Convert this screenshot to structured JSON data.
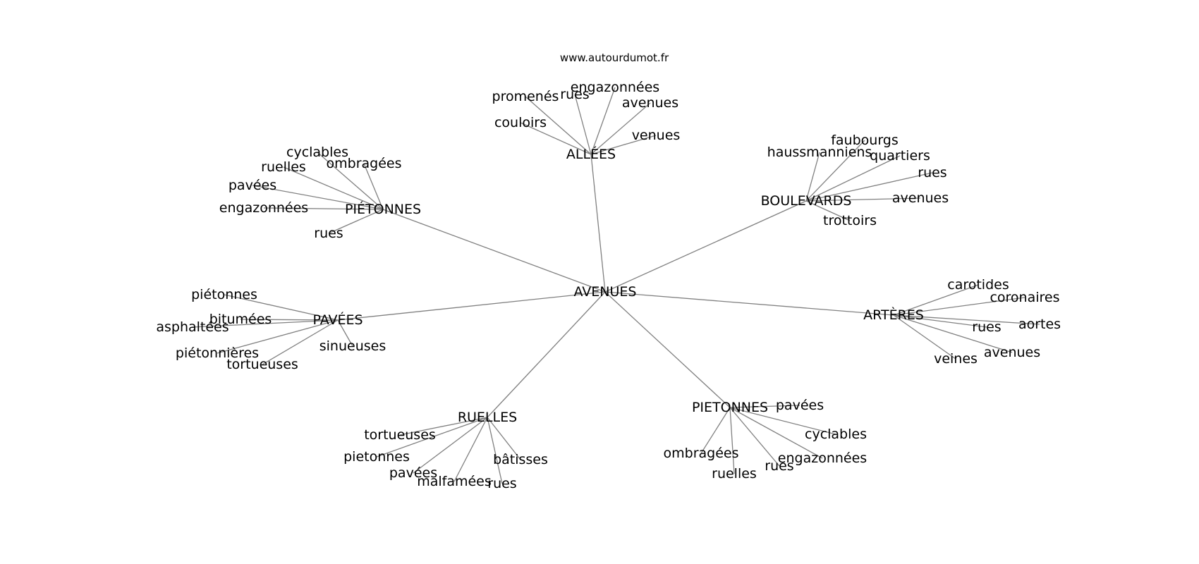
{
  "source": "www.autourdumot.fr",
  "graph": {
    "center": {
      "label": "AVENUES"
    },
    "groups": [
      {
        "label": "ALLÉES",
        "leaves": [
          "promenés",
          "rues",
          "engazonnées",
          "avenues",
          "couloirs",
          "venues"
        ]
      },
      {
        "label": "PIÉTONNES",
        "leaves": [
          "cyclables",
          "ombragées",
          "ruelles",
          "pavées",
          "engazonnées",
          "rues"
        ]
      },
      {
        "label": "BOULEVARDS",
        "leaves": [
          "faubourgs",
          "haussmanniens",
          "quartiers",
          "rues",
          "avenues",
          "trottoirs"
        ]
      },
      {
        "label": "PAVÉES",
        "leaves": [
          "piétonnes",
          "bitumées",
          "asphaltées",
          "piétonnières",
          "tortueuses",
          "sinueuses"
        ]
      },
      {
        "label": "ARTÈRES",
        "leaves": [
          "carotides",
          "coronaires",
          "aortes",
          "rues",
          "avenues",
          "veines"
        ]
      },
      {
        "label": "RUELLES",
        "leaves": [
          "tortueuses",
          "pietonnes",
          "pavées",
          "malfamées",
          "rues",
          "bâtisses"
        ]
      },
      {
        "label": "PIETONNES",
        "leaves": [
          "pavées",
          "cyclables",
          "engazonnées",
          "rues",
          "ruelles",
          "ombragées"
        ]
      }
    ]
  }
}
